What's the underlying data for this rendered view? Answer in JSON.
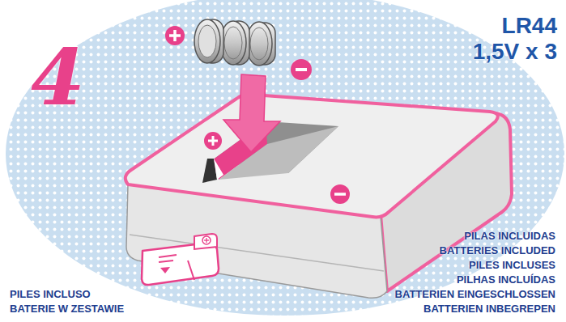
{
  "diagram": {
    "labels": [
      "4",
      "LR44",
      "1,5V x 3",
      "PILAS INCLUIDAS",
      "BATTERIES INCLUDED",
      "PILES INCLUSES",
      "PILHAS INCLUÍDAS",
      "BATTERIEN EINGESCHLOSSEN",
      "BATTERIEN INBEGREPEN",
      "PILES INCLUSO",
      "BATERIE W ZESTAWIE"
    ]
  }
}
